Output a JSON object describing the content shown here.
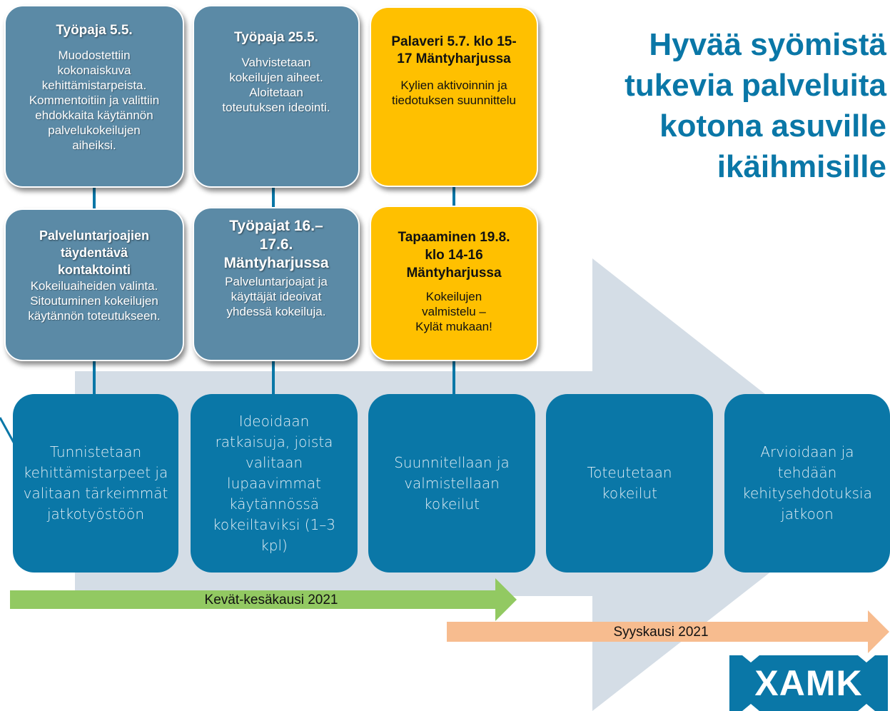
{
  "title": {
    "lines": [
      "Hyvää syömistä",
      "tukevia palveluita",
      "kotona asuville",
      "ikäihmisille"
    ]
  },
  "top_cards": [
    {
      "heading": "Työpaja 5.5.",
      "body": "Muodostettiin kokonaiskuva kehittämistarpeista. Kommentoitiin ja valittiin ehdokkaita käytännön palvelukokeilujen aiheiksi."
    },
    {
      "heading": "Työpaja 25.5.",
      "body": "Vahvistetaan kokeilujen aiheet. Aloitetaan toteutuksen ideointi."
    },
    {
      "heading": "Palaveri 5.7. klo 15-17 Mäntyharjussa",
      "body": "Kylien aktivoinnin ja tiedotuksen suunnittelu"
    }
  ],
  "middle_cards": [
    {
      "heading": "Palveluntarjoajien täydentävä kontaktointi",
      "body": "Kokeiluaiheiden valinta. Sitoutuminen kokeilujen käytännön toteutukseen."
    },
    {
      "heading": "Työpajat 16.–17.6. Mäntyharjussa",
      "body": "Palveluntarjoajat ja käyttäjät ideoivat yhdessä kokeiluja."
    },
    {
      "heading": "Tapaaminen 19.8. klo 14-16 Mäntyharjussa",
      "body": "Kokeilujen valmistelu – Kylät mukaan!"
    }
  ],
  "phases": [
    "Tunnistetaan kehittämistarpeet ja valitaan tärkeimmät jatkotyöstöön",
    "Ideoidaan ratkaisuja, joista valitaan lupaavimmat käytännössä kokeiltaviksi (1–3 kpl)",
    "Suunnitellaan ja valmistellaan kokeilut",
    "Toteutetaan kokeilut",
    "Arvioidaan ja tehdään kehitysehdotuksia jatkoon"
  ],
  "periods": [
    {
      "label": "Kevät-kesäkausi 2021",
      "color": "#92c962"
    },
    {
      "label": "Syyskausi 2021",
      "color": "#f7bc8f"
    }
  ],
  "logo": {
    "text": "XAMK",
    "color": "#0a77a7"
  },
  "colors": {
    "card_gray": "#5b8aa6",
    "card_gold": "#ffc000",
    "phase_blue": "#0a77a7",
    "big_arrow": "#d4dde6"
  }
}
